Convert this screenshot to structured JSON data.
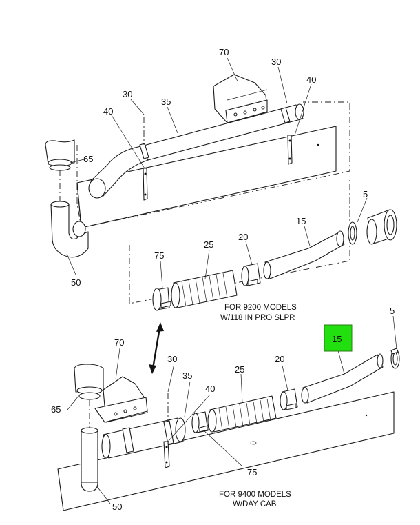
{
  "highlight_color": "#22e010",
  "highlighted_callout": "15",
  "top_assembly": {
    "callouts": {
      "c70": "70",
      "c30a": "30",
      "c40a": "40",
      "c30b": "30",
      "c35": "35",
      "c40b": "40",
      "c65": "65",
      "c5": "5",
      "c15": "15",
      "c20": "20",
      "c25": "25",
      "c75": "75",
      "c50": "50"
    },
    "note_line1": "FOR 9200 MODELS",
    "note_line2": "W/118 IN PRO SLPR"
  },
  "bottom_assembly": {
    "callouts": {
      "c5": "5",
      "c15": "15",
      "c70": "70",
      "c30": "30",
      "c20": "20",
      "c25": "25",
      "c35": "35",
      "c65": "65",
      "c40": "40",
      "c75": "75",
      "c50": "50"
    },
    "note_line1": "FOR 9400 MODELS",
    "note_line2": "W/DAY CAB"
  }
}
